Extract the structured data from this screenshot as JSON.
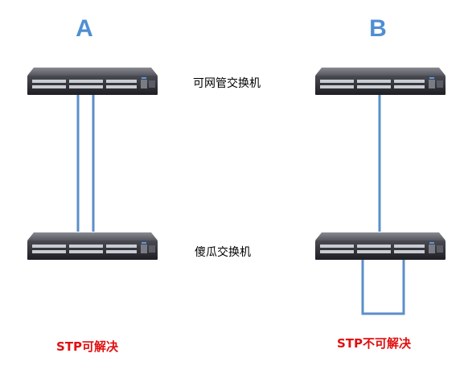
{
  "colors": {
    "heading": "#4f8fd3",
    "cable": "#5b8fc9",
    "verdict": "#e01010",
    "switch_body": "#2d2d33",
    "switch_port": "#c9ccd2"
  },
  "icons": {
    "switch": "rack-network-switch-icon"
  },
  "scenario_a": {
    "heading": "A",
    "verdict": "STP可解决"
  },
  "scenario_b": {
    "heading": "B",
    "verdict": "STP不可解决"
  },
  "labels": {
    "managed_switch": "可网管交换机",
    "dumb_switch": "傻瓜交换机"
  }
}
